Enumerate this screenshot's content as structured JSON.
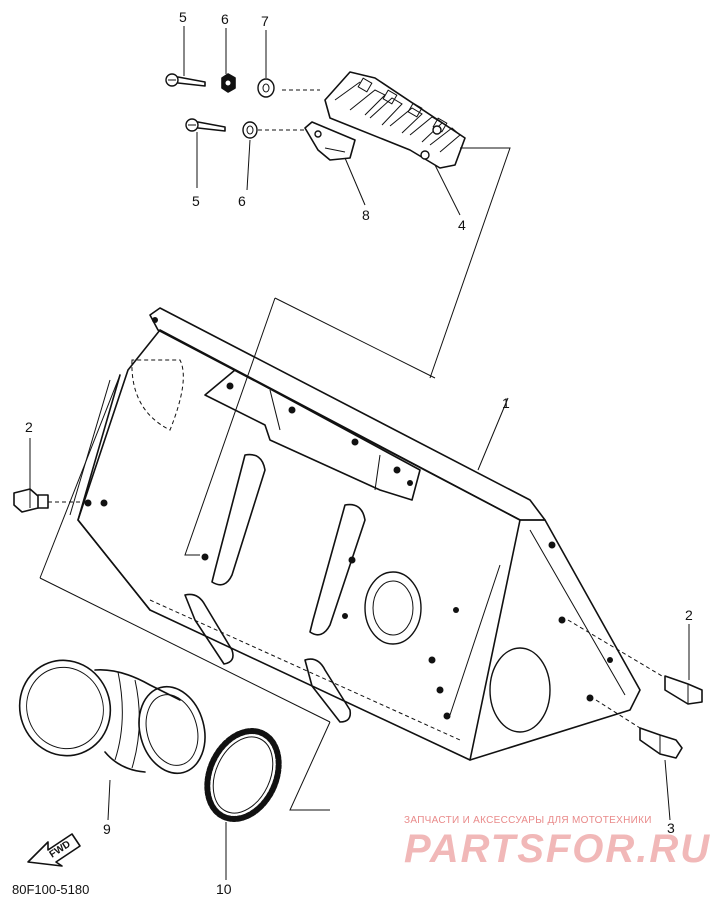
{
  "diagram_code": "80F100-5180",
  "callouts": {
    "c1": "1",
    "c2_left": "2",
    "c2_right": "2",
    "c3": "3",
    "c4": "4",
    "c5_top": "5",
    "c5_bottom": "5",
    "c6_top": "6",
    "c6_bottom": "6",
    "c7": "7",
    "c8": "8",
    "c9": "9",
    "c10": "10"
  },
  "fwd_label": "FWD",
  "watermark": {
    "tagline": "ЗАПЧАСТИ И АКСЕССУАРЫ ДЛЯ МОТОТЕХНИКИ",
    "brand": "PARTSFOR.RU"
  },
  "colors": {
    "line": "#111111",
    "watermark_text": "#e98a8a",
    "watermark_brand": "#f1b8b8"
  }
}
